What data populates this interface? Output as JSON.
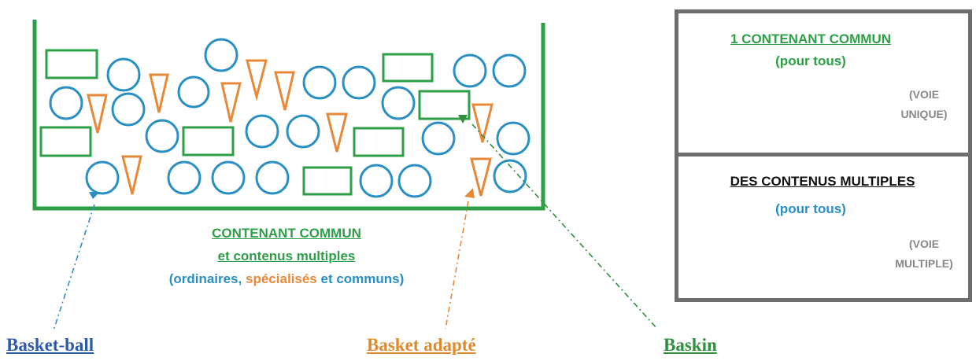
{
  "colors": {
    "green": "#2e9e47",
    "blue": "#2a8fc2",
    "orange": "#e8893a",
    "panel_border": "#6e6e6e",
    "gray_text": "#888888",
    "stream_blue": "#a9d4f2",
    "label_blue": "#2a5aa8",
    "label_orange": "#e08a2c",
    "label_green": "#2f8f3c"
  },
  "container": {
    "line1": "CONTENANT COMMUN",
    "line2": "et contenus multiples",
    "line3_open": "(ordinaires, ",
    "line3_special": "spécialisés",
    "line3_close": " et communs)"
  },
  "panel_top": {
    "title": "1 CONTENANT COMMUN",
    "subtitle": "(pour tous)",
    "note_line1": "(VOIE",
    "note_line2": "UNIQUE)"
  },
  "panel_bottom": {
    "title": "DES CONTENUS MULTIPLES",
    "subtitle": "(pour tous)",
    "note_line1": "(VOIE",
    "note_line2": "MULTIPLE)"
  },
  "labels": {
    "basketball": "Basket-ball",
    "basket_adapte": "Basket adapté",
    "baskin": "Baskin"
  },
  "shape_legend": [
    "circle: ordinaires",
    "triangle: spécialisés",
    "rectangle: communs"
  ]
}
